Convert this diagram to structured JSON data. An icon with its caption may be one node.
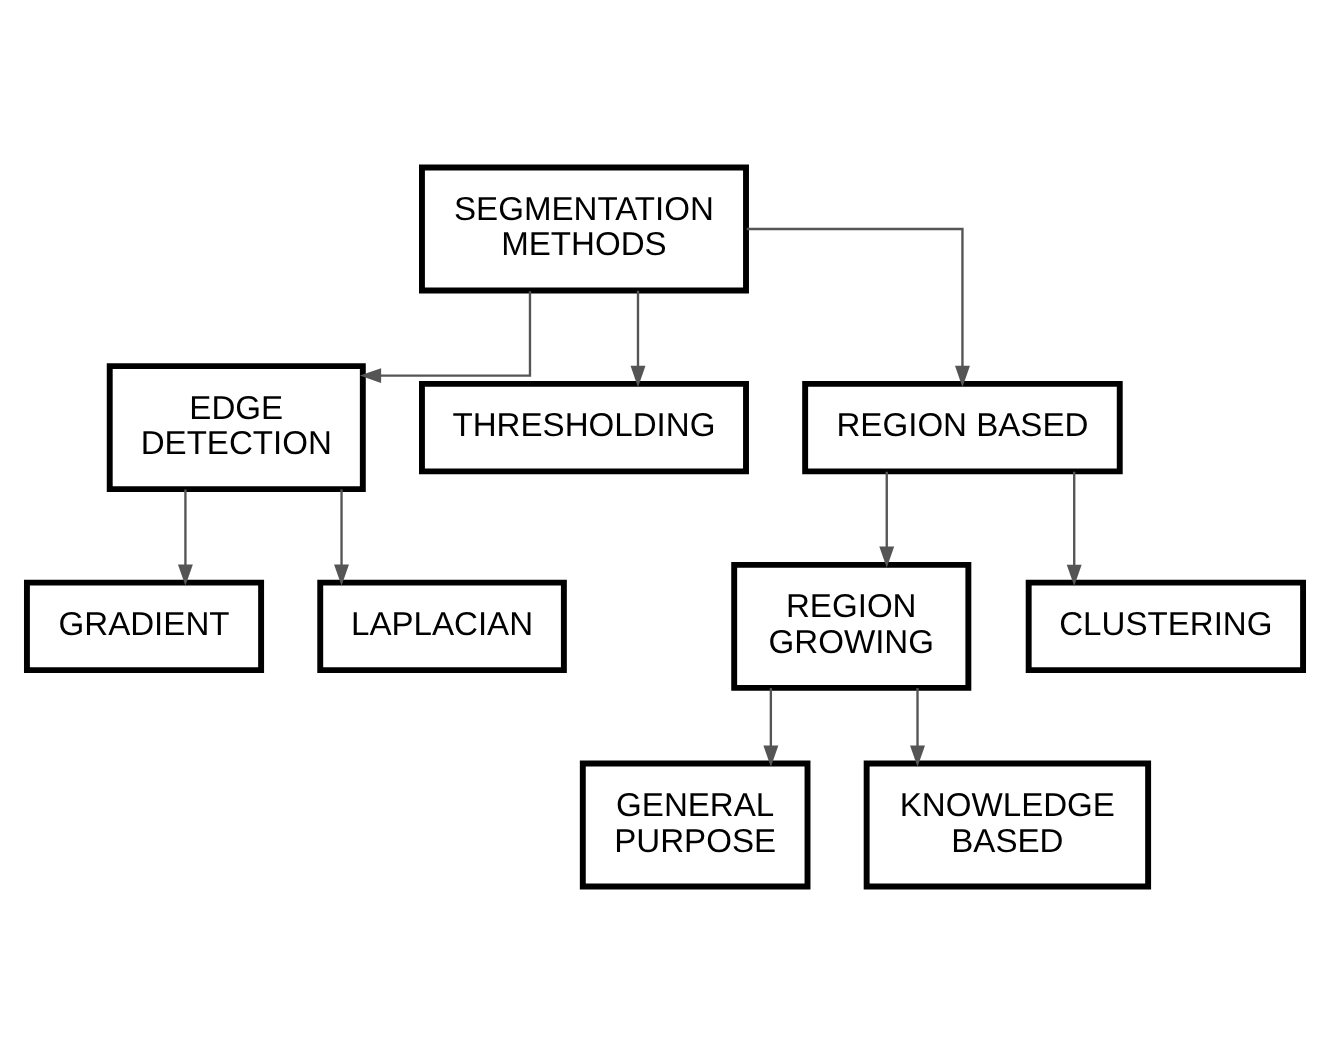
{
  "diagram": {
    "nodes": [
      {
        "text": [
          "SEGMENTATION METHODS"
        ]
      },
      {
        "text": [
          "EDGE DETECTION"
        ]
      },
      {
        "text": [
          "THRESHOLDING"
        ]
      },
      {
        "text": [
          "REGION BASED"
        ]
      },
      {
        "text": [
          "GRADIENT"
        ]
      },
      {
        "text": [
          "LAPLACIAN"
        ]
      },
      {
        "text": [
          "REGION GROWING"
        ]
      },
      {
        "text": [
          "CLUSTERING"
        ]
      },
      {
        "text": [
          "GENERAL PURPOSE"
        ]
      },
      {
        "text": [
          "KNOWLEDGE BASED"
        ]
      }
    ],
    "edges": [
      {
        "from": 0,
        "to": 1,
        "arrow": "to"
      },
      {
        "from": 0,
        "to": 2,
        "arrow": "to"
      },
      {
        "from": 0,
        "to": 3,
        "arrow": "to"
      },
      {
        "from": 1,
        "to": 4,
        "arrow": "to"
      },
      {
        "from": 1,
        "to": 5,
        "arrow": "to"
      },
      {
        "from": 3,
        "to": 6,
        "arrow": "to"
      },
      {
        "from": 3,
        "to": 7,
        "arrow": "to"
      },
      {
        "from": 6,
        "to": 8,
        "arrow": "to"
      },
      {
        "from": 6,
        "to": 9,
        "arrow": "to"
      }
    ]
  }
}
